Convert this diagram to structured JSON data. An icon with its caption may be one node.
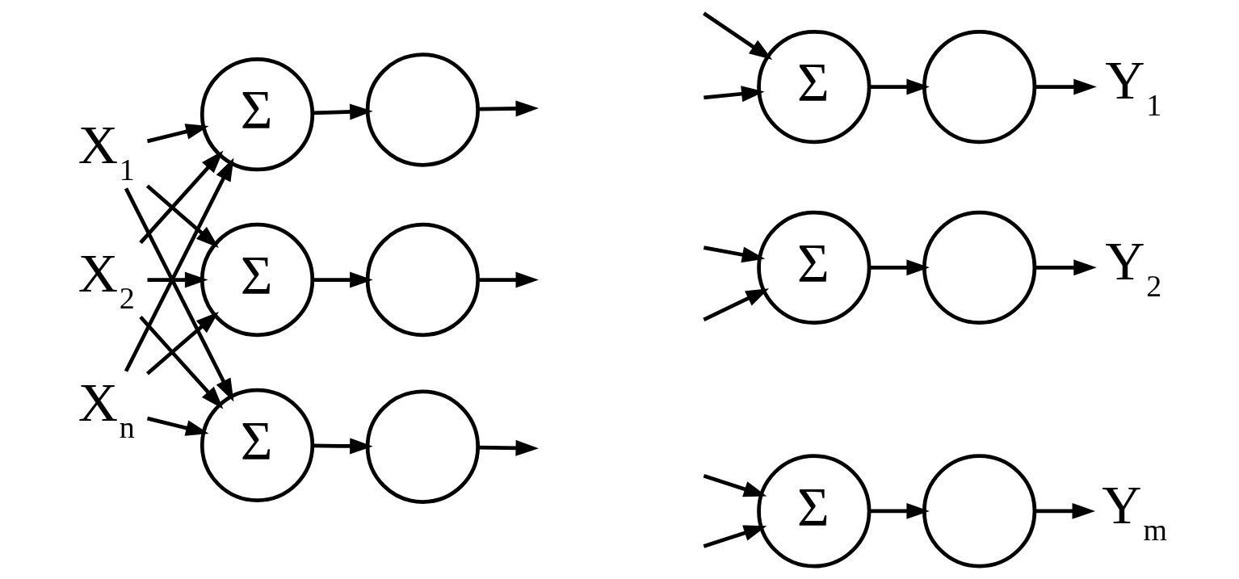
{
  "diagram": {
    "nodes": [
      {
        "text": [
          "X$_{1}$"
        ]
      },
      {
        "text": [
          "X$_{2}$"
        ]
      },
      {
        "text": [
          "X$_{n}$"
        ]
      },
      {
        "text": [
          "Σ"
        ]
      },
      {
        "text": [],
        "shape": "circle"
      },
      {
        "text": [
          "Σ"
        ]
      },
      {
        "text": [],
        "shape": "circle"
      },
      {
        "text": [
          "Σ"
        ]
      },
      {
        "text": [],
        "shape": "circle"
      },
      {
        "text": [
          "Σ"
        ]
      },
      {
        "text": [],
        "shape": "circle"
      },
      {
        "text": [
          "Y$_{1}$"
        ]
      },
      {
        "text": [
          "Σ"
        ]
      },
      {
        "text": [],
        "shape": "circle"
      },
      {
        "text": [
          "Y$_{2}$"
        ]
      },
      {
        "text": [
          "Σ"
        ]
      },
      {
        "text": [],
        "shape": "circle"
      },
      {
        "text": [
          "Y$_{m}$"
        ]
      }
    ],
    "edges": [
      {
        "from": 0,
        "to": 3,
        "arrow": "to"
      },
      {
        "from": 0,
        "to": 5,
        "arrow": "to"
      },
      {
        "from": 0,
        "to": 7,
        "arrow": "to"
      },
      {
        "from": 1,
        "to": 3,
        "arrow": "to"
      },
      {
        "from": 1,
        "to": 5,
        "arrow": "to"
      },
      {
        "from": 1,
        "to": 7,
        "arrow": "to"
      },
      {
        "from": 2,
        "to": 3,
        "arrow": "to"
      },
      {
        "from": 2,
        "to": 5,
        "arrow": "to"
      },
      {
        "from": 2,
        "to": 7,
        "arrow": "to"
      },
      {
        "from": 3,
        "to": 4,
        "arrow": "to"
      },
      {
        "from": 5,
        "to": 6,
        "arrow": "to"
      },
      {
        "from": 7,
        "to": 8,
        "arrow": "to"
      },
      {
        "from": 4,
        "to": null,
        "arrow": "to"
      },
      {
        "from": 6,
        "to": null,
        "arrow": "to"
      },
      {
        "from": 8,
        "to": null,
        "arrow": "to"
      },
      {
        "from": null,
        "to": 9,
        "arrow": "to"
      },
      {
        "from": null,
        "to": 9,
        "arrow": "to"
      },
      {
        "from": 9,
        "to": 10,
        "arrow": "to"
      },
      {
        "from": 10,
        "to": 11,
        "arrow": "to"
      },
      {
        "from": null,
        "to": 12,
        "arrow": "to"
      },
      {
        "from": null,
        "to": 12,
        "arrow": "to"
      },
      {
        "from": 12,
        "to": 13,
        "arrow": "to"
      },
      {
        "from": 13,
        "to": 14,
        "arrow": "to"
      },
      {
        "from": null,
        "to": 15,
        "arrow": "to"
      },
      {
        "from": null,
        "to": 15,
        "arrow": "to"
      },
      {
        "from": 15,
        "to": 16,
        "arrow": "to"
      },
      {
        "from": 16,
        "to": 17,
        "arrow": "to"
      }
    ]
  }
}
